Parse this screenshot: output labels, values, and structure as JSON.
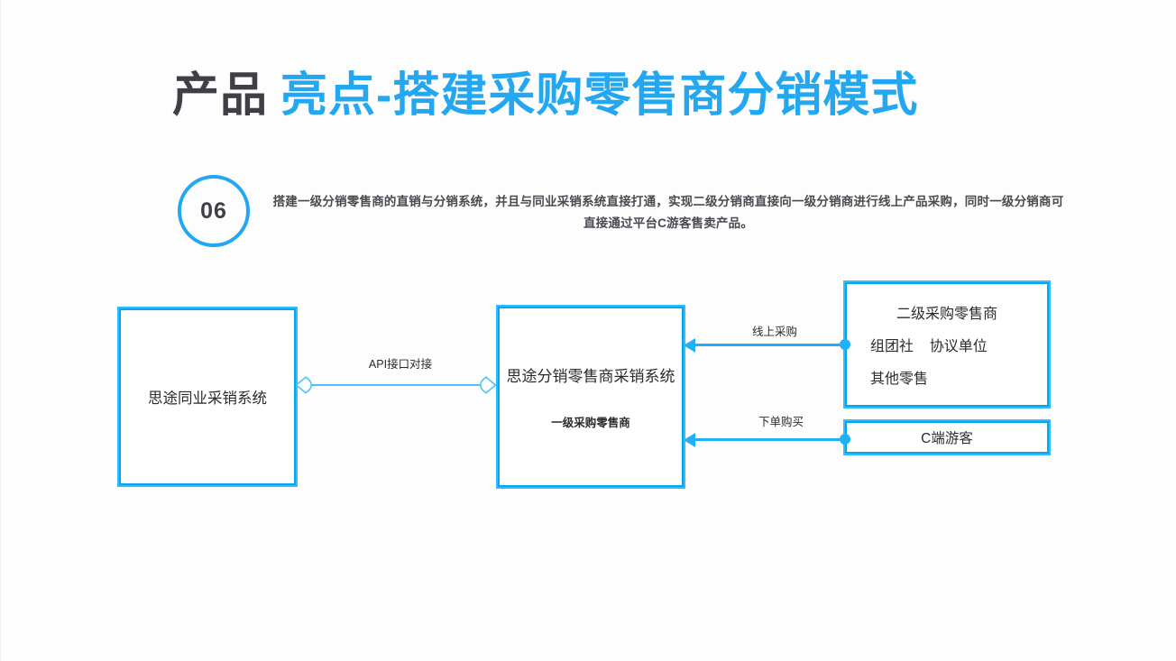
{
  "slide": {
    "title_dark": "产品",
    "title_blue": "亮点-搭建采购零售商分销模式",
    "badge_number": "06",
    "description": "搭建一级分销零售商的直销与分销系统，并且与同业采销系统直接打通，实现二级分销商直接向一级分销商进行线上产品采购，同时一级分销商可直接通过平台C游客售卖产品。",
    "colors": {
      "accent_blue": "#22a7f0",
      "node_border": "#00a7f5",
      "node_border_outer": "#35bdfb",
      "line_blue": "#1fb0f7",
      "title_dark": "#3f4046",
      "text": "#2b2b2b",
      "background": "#fdfdfd"
    }
  },
  "diagram": {
    "nodes": {
      "supply_system": {
        "label": "思途同业采销系统"
      },
      "distribution_system": {
        "label": "思途分销零售商采销系统",
        "sublabel": "一级采购零售商"
      },
      "secondary_retailer": {
        "heading": "二级采购零售商",
        "rows": [
          "组团社    协议单位",
          "其他零售"
        ]
      },
      "c_tourist": {
        "label": "C端游客"
      }
    },
    "connectors": {
      "api_link": {
        "label": "API接口对接",
        "from": "思途同业采销系统",
        "to": "思途分销零售商采销系统",
        "style": "double-teardrop"
      },
      "online_purchase": {
        "label": "线上采购",
        "from": "二级采购零售商",
        "to": "思途分销零售商采销系统",
        "style": "arrow-left"
      },
      "place_order": {
        "label": "下单购买",
        "from": "C端游客",
        "to": "思途分销零售商采销系统",
        "style": "arrow-left"
      }
    }
  }
}
